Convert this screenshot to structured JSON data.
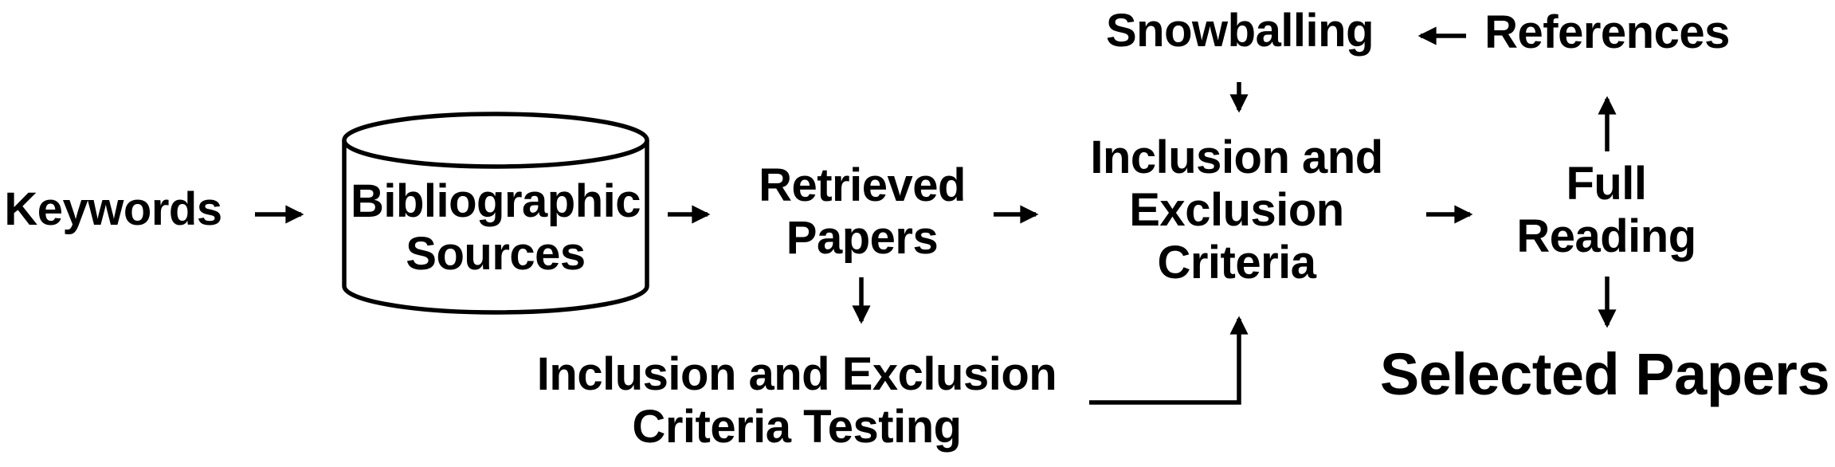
{
  "diagram": {
    "title": "Systematic literature review selection process flowchart",
    "background_color": "#ffffff",
    "line_color": "#000000",
    "text_color": "#000000",
    "nodes": {
      "keywords": {
        "label": "Keywords",
        "shape": "text"
      },
      "bibliographic_sources": {
        "line1": "Bibliographic",
        "line2": "Sources",
        "shape": "cylinder"
      },
      "retrieved_papers": {
        "line1": "Retrieved",
        "line2": "Papers",
        "shape": "text"
      },
      "inclusion_exclusion_criteria": {
        "line1": "Inclusion and",
        "line2": "Exclusion",
        "line3": "Criteria",
        "shape": "text"
      },
      "snowballing": {
        "label": "Snowballing",
        "shape": "text"
      },
      "references": {
        "label": "References",
        "shape": "text"
      },
      "full_reading": {
        "line1": "Full",
        "line2": "Reading",
        "shape": "text"
      },
      "criteria_testing": {
        "line1": "Inclusion and Exclusion",
        "line2": "Criteria Testing",
        "shape": "text"
      },
      "selected_papers": {
        "label": "Selected Papers",
        "shape": "text",
        "emphasis": "large"
      }
    },
    "edges": [
      {
        "from": "Keywords",
        "to": "Bibliographic Sources",
        "direction": "right"
      },
      {
        "from": "Bibliographic Sources",
        "to": "Retrieved Papers",
        "direction": "right"
      },
      {
        "from": "Retrieved Papers",
        "to": "Inclusion and Exclusion Criteria",
        "direction": "right"
      },
      {
        "from": "Retrieved Papers",
        "to": "Inclusion and Exclusion Criteria Testing",
        "direction": "down"
      },
      {
        "from": "Inclusion and Exclusion Criteria Testing",
        "to": "Inclusion and Exclusion Criteria",
        "direction": "elbow-right-up"
      },
      {
        "from": "References",
        "to": "Snowballing",
        "direction": "left"
      },
      {
        "from": "Snowballing",
        "to": "Inclusion and Exclusion Criteria",
        "direction": "down"
      },
      {
        "from": "Inclusion and Exclusion Criteria",
        "to": "Full Reading",
        "direction": "right"
      },
      {
        "from": "Full Reading",
        "to": "References",
        "direction": "up"
      },
      {
        "from": "Full Reading",
        "to": "Selected Papers",
        "direction": "down"
      }
    ]
  }
}
